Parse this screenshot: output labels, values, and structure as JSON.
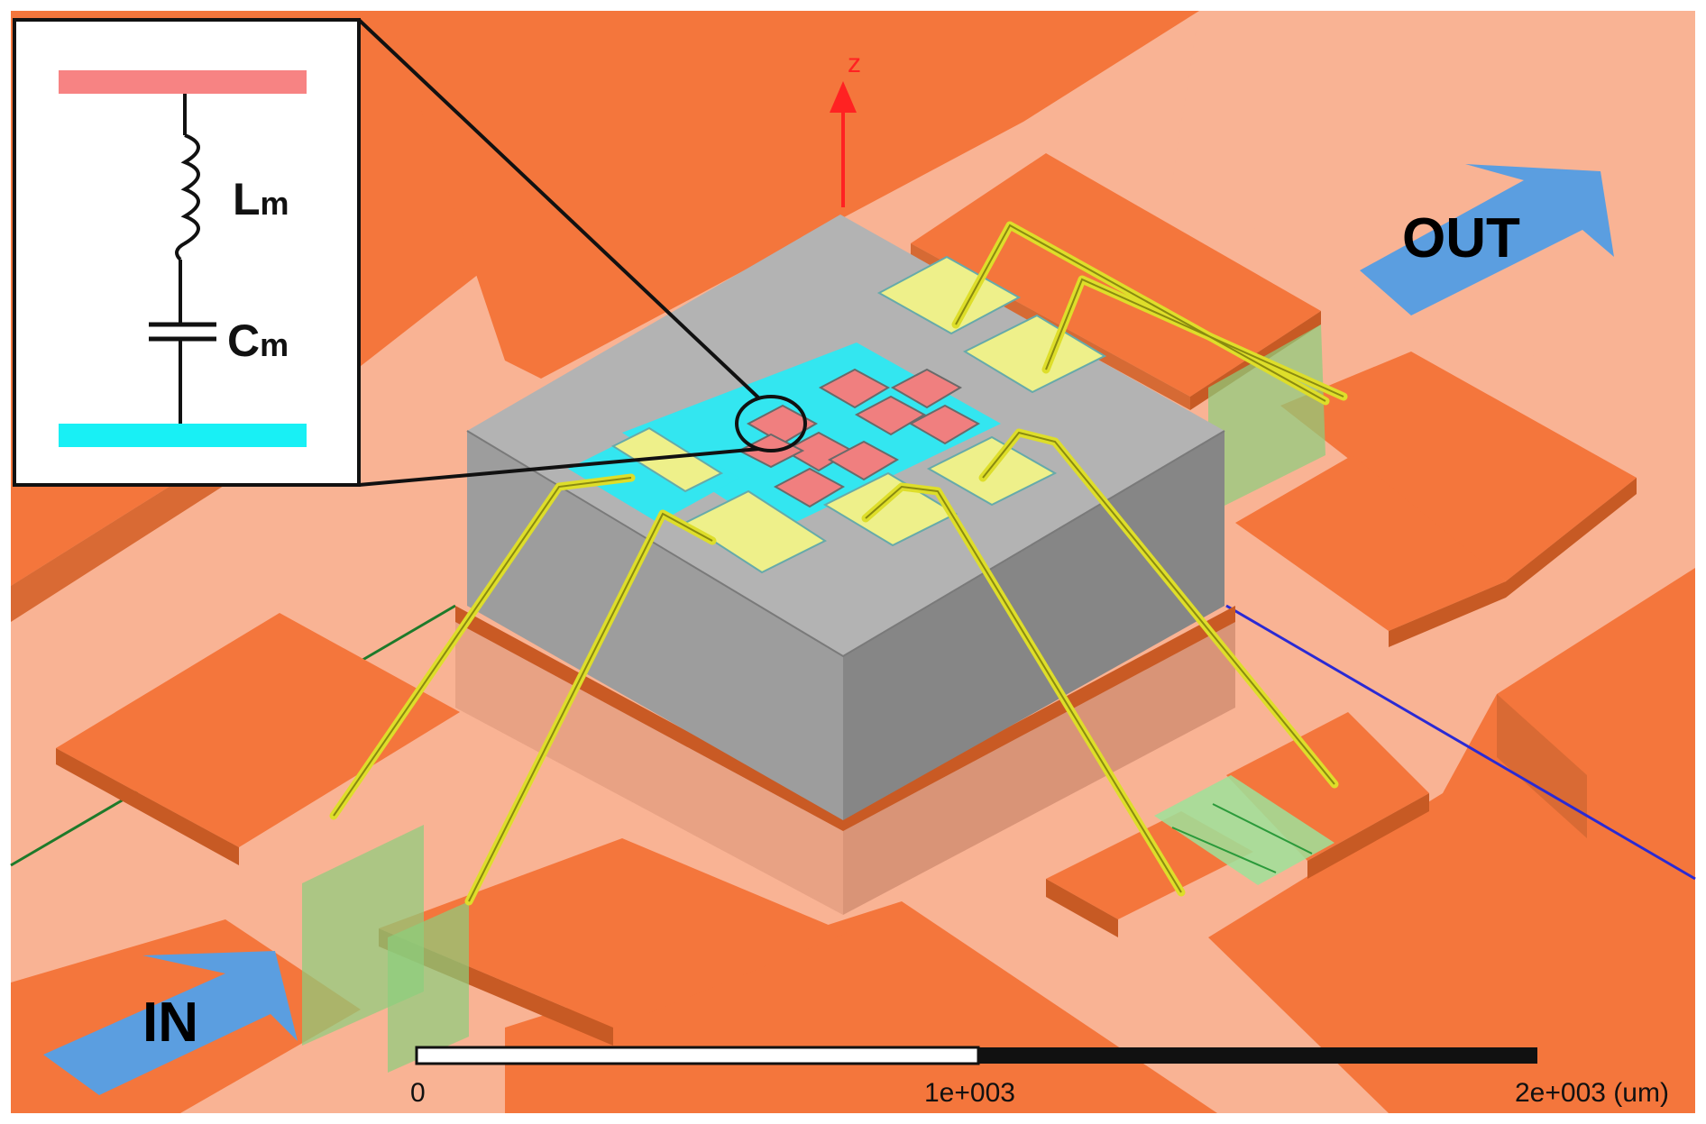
{
  "labels": {
    "input": "IN",
    "output": "OUT",
    "z_axis": "z"
  },
  "inset": {
    "inductor_main": "L",
    "inductor_sub": "m",
    "capacitor_main": "C",
    "capacitor_sub": "m"
  },
  "scale_bar": {
    "tick_0": "0",
    "tick_mid": "1e+003",
    "tick_end": "2e+003 (um)"
  },
  "colors": {
    "board_dark": "#f4763c",
    "board_light": "#f9b394",
    "package_gray": "#9a9a9a",
    "pad_yellow": "#eef08a",
    "dielectric_cyan": "#33e6f0",
    "cell_pink": "#f07f7f",
    "wire_yellow": "#dede2a",
    "arrow_blue": "#5b9ee0",
    "inset_top_plate": "#f78383",
    "inset_bottom_plate": "#18f0f5"
  },
  "icons": {
    "input_arrow": "arrow-up-right-icon",
    "output_arrow": "arrow-up-right-icon",
    "z_axis": "axis-arrow-icon"
  }
}
